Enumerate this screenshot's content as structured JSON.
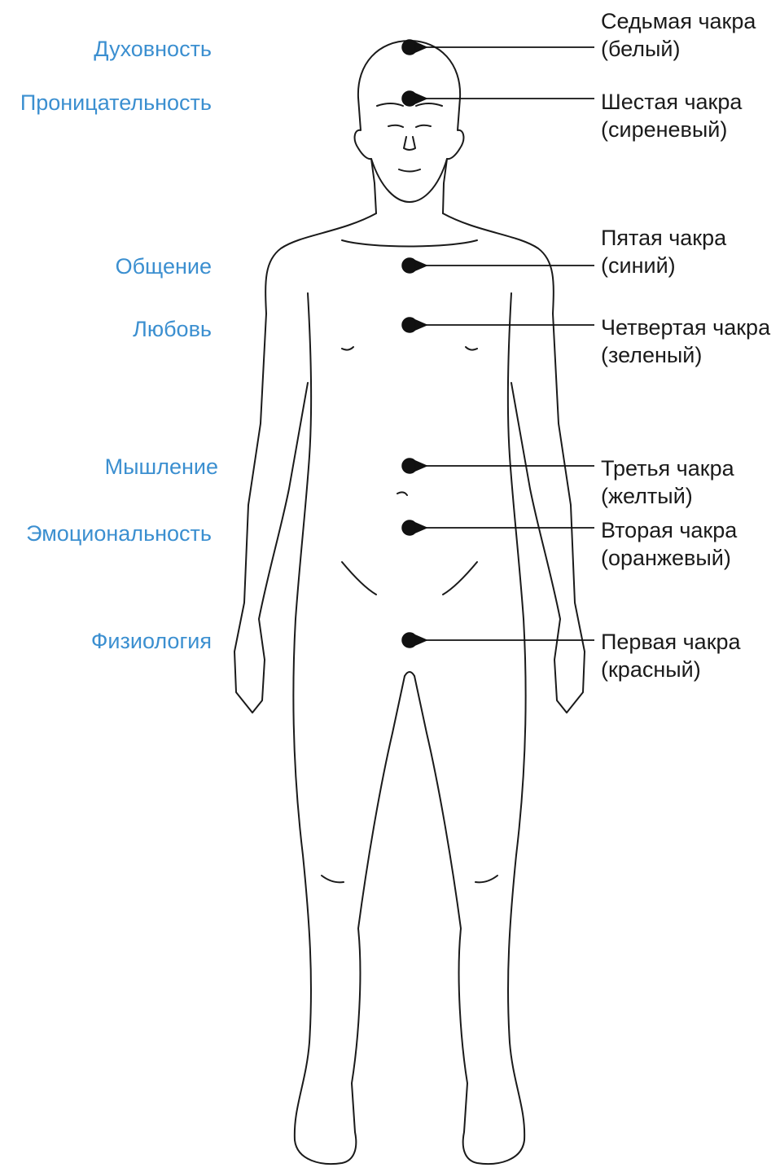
{
  "qualities": [
    {
      "text": "Духовность"
    },
    {
      "text": "Проницательность"
    },
    {
      "text": "Общение"
    },
    {
      "text": "Любовь"
    },
    {
      "text": "Мышление"
    },
    {
      "text": "Эмоциональность"
    },
    {
      "text": "Физиология"
    }
  ],
  "chakras": [
    {
      "name": "Седьмая чакра",
      "color_label": "(белый)"
    },
    {
      "name": "Шестая чакра",
      "color_label": "(сиреневый)"
    },
    {
      "name": "Пятая чакра",
      "color_label": "(синий)"
    },
    {
      "name": "Четвертая чакра",
      "color_label": "(зеленый)"
    },
    {
      "name": "Третья чакра",
      "color_label": "(желтый)"
    },
    {
      "name": "Вторая чакра",
      "color_label": "(оранжевый)"
    },
    {
      "name": "Первая чакра",
      "color_label": "(красный)"
    }
  ],
  "colors": {
    "quality_text": "#3b8fd0",
    "chakra_text": "#1a1a1a",
    "line": "#111111"
  }
}
